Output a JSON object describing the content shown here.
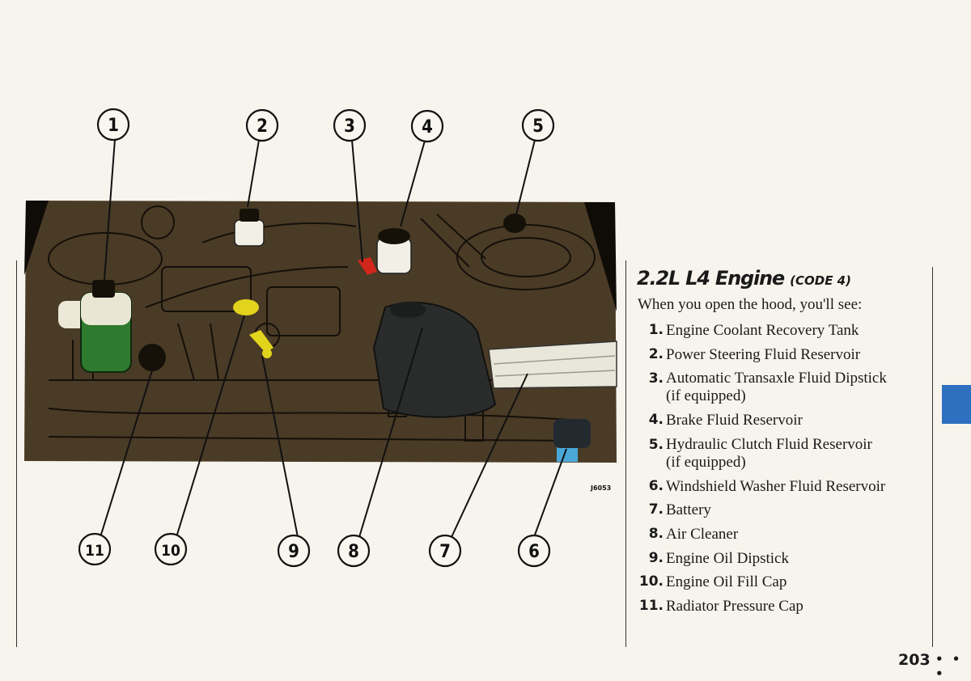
{
  "diagram": {
    "figure_code": "J6053",
    "callouts": [
      "1",
      "2",
      "3",
      "4",
      "5",
      "6",
      "7",
      "8",
      "9",
      "10",
      "11"
    ]
  },
  "section": {
    "title": "2.2L L4 Engine",
    "code": "(CODE 4)",
    "intro": "When you open the hood, you'll see:"
  },
  "parts": [
    {
      "num": "1.",
      "name": "Engine Coolant Recovery Tank"
    },
    {
      "num": "2.",
      "name": "Power Steering Fluid Reservoir"
    },
    {
      "num": "3.",
      "name": "Automatic Transaxle Fluid Dipstick",
      "note": "(if equipped)"
    },
    {
      "num": "4.",
      "name": "Brake Fluid Reservoir"
    },
    {
      "num": "5.",
      "name": "Hydraulic Clutch Fluid Reservoir",
      "note": "(if equipped)"
    },
    {
      "num": "6.",
      "name": "Windshield Washer Fluid Reservoir"
    },
    {
      "num": "7.",
      "name": "Battery"
    },
    {
      "num": "8.",
      "name": "Air Cleaner"
    },
    {
      "num": "9.",
      "name": "Engine Oil Dipstick"
    },
    {
      "num": "10.",
      "name": "Engine Oil Fill Cap"
    },
    {
      "num": "11.",
      "name": "Radiator Pressure Cap"
    }
  ],
  "page": {
    "number": "203",
    "continuation": "• • •"
  },
  "colors": {
    "engine_bg": "#4a3b26",
    "coolant_green": "#2e7a2e",
    "highlight_yellow": "#e2d31c",
    "highlight_red": "#d2251c",
    "washer_blue": "#4aa8d8",
    "tab_blue": "#2f6fbf"
  }
}
